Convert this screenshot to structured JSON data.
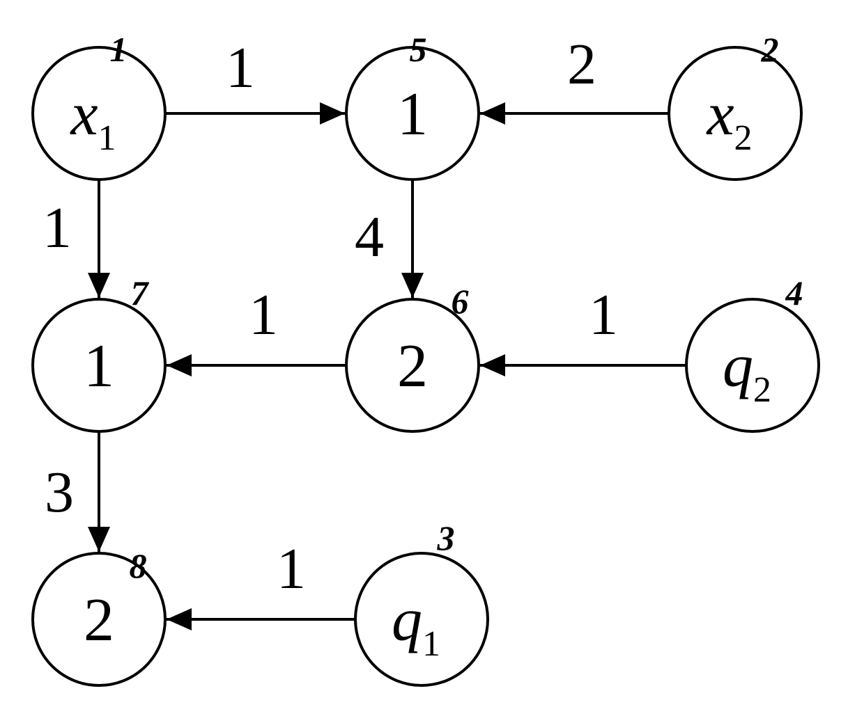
{
  "colors": {
    "stroke": "#000000",
    "background": "#ffffff"
  },
  "nodes": [
    {
      "id": "x1",
      "index": "1",
      "label": "x",
      "sub": "1",
      "italic": true
    },
    {
      "id": "n5",
      "index": "5",
      "label": "1",
      "sub": "",
      "italic": false
    },
    {
      "id": "x2",
      "index": "2",
      "label": "x",
      "sub": "2",
      "italic": true
    },
    {
      "id": "n7",
      "index": "7",
      "label": "1",
      "sub": "",
      "italic": false
    },
    {
      "id": "n6",
      "index": "6",
      "label": "2",
      "sub": "",
      "italic": false
    },
    {
      "id": "q2",
      "index": "4",
      "label": "q",
      "sub": "2",
      "italic": true
    },
    {
      "id": "n8",
      "index": "8",
      "label": "2",
      "sub": "",
      "italic": false
    },
    {
      "id": "q1",
      "index": "3",
      "label": "q",
      "sub": "1",
      "italic": true
    }
  ],
  "edges": [
    {
      "id": "x1-n5",
      "from": "x1",
      "to": "n5",
      "weight": "1"
    },
    {
      "id": "x2-n5",
      "from": "x2",
      "to": "n5",
      "weight": "2"
    },
    {
      "id": "x1-n7",
      "from": "x1",
      "to": "n7",
      "weight": "1"
    },
    {
      "id": "n5-n6",
      "from": "n5",
      "to": "n6",
      "weight": "4"
    },
    {
      "id": "n6-n7",
      "from": "n6",
      "to": "n7",
      "weight": "1"
    },
    {
      "id": "q2-n6",
      "from": "q2",
      "to": "n6",
      "weight": "1"
    },
    {
      "id": "n7-n8",
      "from": "n7",
      "to": "n8",
      "weight": "3"
    },
    {
      "id": "q1-n8",
      "from": "q1",
      "to": "n8",
      "weight": "1"
    }
  ]
}
